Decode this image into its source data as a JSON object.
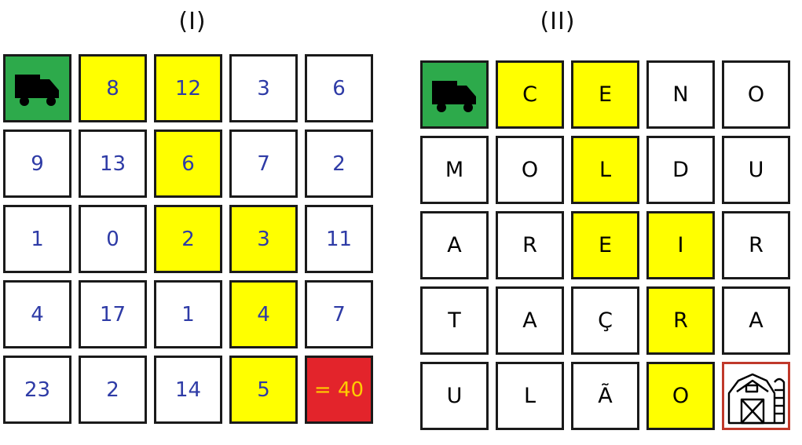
{
  "puzzle_1": {
    "title": "(I)",
    "rows": [
      [
        {
          "t": "",
          "c": "green",
          "icon": "truck-icon"
        },
        {
          "t": "8",
          "c": "yellow"
        },
        {
          "t": "12",
          "c": "yellow"
        },
        {
          "t": "3",
          "c": "white"
        },
        {
          "t": "6",
          "c": "white"
        }
      ],
      [
        {
          "t": "9",
          "c": "white"
        },
        {
          "t": "13",
          "c": "white"
        },
        {
          "t": "6",
          "c": "yellow"
        },
        {
          "t": "7",
          "c": "white"
        },
        {
          "t": "2",
          "c": "white"
        }
      ],
      [
        {
          "t": "1",
          "c": "white"
        },
        {
          "t": "0",
          "c": "white"
        },
        {
          "t": "2",
          "c": "yellow"
        },
        {
          "t": "3",
          "c": "yellow"
        },
        {
          "t": "11",
          "c": "white"
        }
      ],
      [
        {
          "t": "4",
          "c": "white"
        },
        {
          "t": "17",
          "c": "white"
        },
        {
          "t": "1",
          "c": "white"
        },
        {
          "t": "4",
          "c": "yellow"
        },
        {
          "t": "7",
          "c": "white"
        }
      ],
      [
        {
          "t": "23",
          "c": "white"
        },
        {
          "t": "2",
          "c": "white"
        },
        {
          "t": "14",
          "c": "white"
        },
        {
          "t": "5",
          "c": "yellow"
        },
        {
          "t": "= 40",
          "c": "red"
        }
      ]
    ]
  },
  "puzzle_2": {
    "title": "(II)",
    "rows": [
      [
        {
          "t": "",
          "c": "green",
          "icon": "truck-icon"
        },
        {
          "t": "C",
          "c": "yellow"
        },
        {
          "t": "E",
          "c": "yellow"
        },
        {
          "t": "N",
          "c": "white"
        },
        {
          "t": "O",
          "c": "white"
        }
      ],
      [
        {
          "t": "M",
          "c": "white"
        },
        {
          "t": "O",
          "c": "white"
        },
        {
          "t": "L",
          "c": "yellow"
        },
        {
          "t": "D",
          "c": "white"
        },
        {
          "t": "U",
          "c": "white"
        }
      ],
      [
        {
          "t": "A",
          "c": "white"
        },
        {
          "t": "R",
          "c": "white"
        },
        {
          "t": "E",
          "c": "yellow"
        },
        {
          "t": "I",
          "c": "yellow"
        },
        {
          "t": "R",
          "c": "white"
        }
      ],
      [
        {
          "t": "T",
          "c": "white"
        },
        {
          "t": "A",
          "c": "white"
        },
        {
          "t": "Ç",
          "c": "white"
        },
        {
          "t": "R",
          "c": "yellow"
        },
        {
          "t": "A",
          "c": "white"
        }
      ],
      [
        {
          "t": "U",
          "c": "white"
        },
        {
          "t": "L",
          "c": "white"
        },
        {
          "t": "Ã",
          "c": "white"
        },
        {
          "t": "O",
          "c": "yellow"
        },
        {
          "t": "",
          "c": "white",
          "icon": "barn-icon"
        }
      ]
    ]
  },
  "colors": {
    "yellow": "#ffff00",
    "green": "#2daa4b",
    "red": "#e3242b",
    "number_text": "#2e3ba6",
    "result_text": "#ffcc00"
  }
}
